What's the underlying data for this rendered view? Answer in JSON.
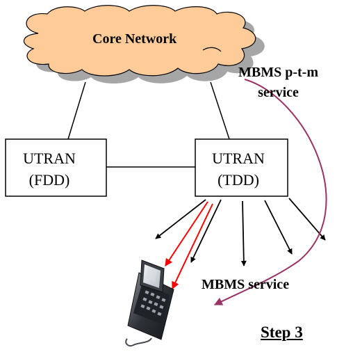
{
  "diagram": {
    "cloud": {
      "label": "Core Network"
    },
    "service_annotation": {
      "line1": "MBMS p-t-m",
      "line2": "service"
    },
    "nodes": [
      {
        "line1": "UTRAN",
        "line2": "(FDD)"
      },
      {
        "line1": "UTRAN",
        "line2": "(TDD)"
      }
    ],
    "service_label": "MBMS service",
    "step_label": "Step 3"
  },
  "colors": {
    "cloud_fill": "#ffcc99",
    "cloud_shadow": "#a6a6a6",
    "link": "#000000",
    "red_arrow": "#ff0000",
    "purple_arrow": "#993366"
  }
}
